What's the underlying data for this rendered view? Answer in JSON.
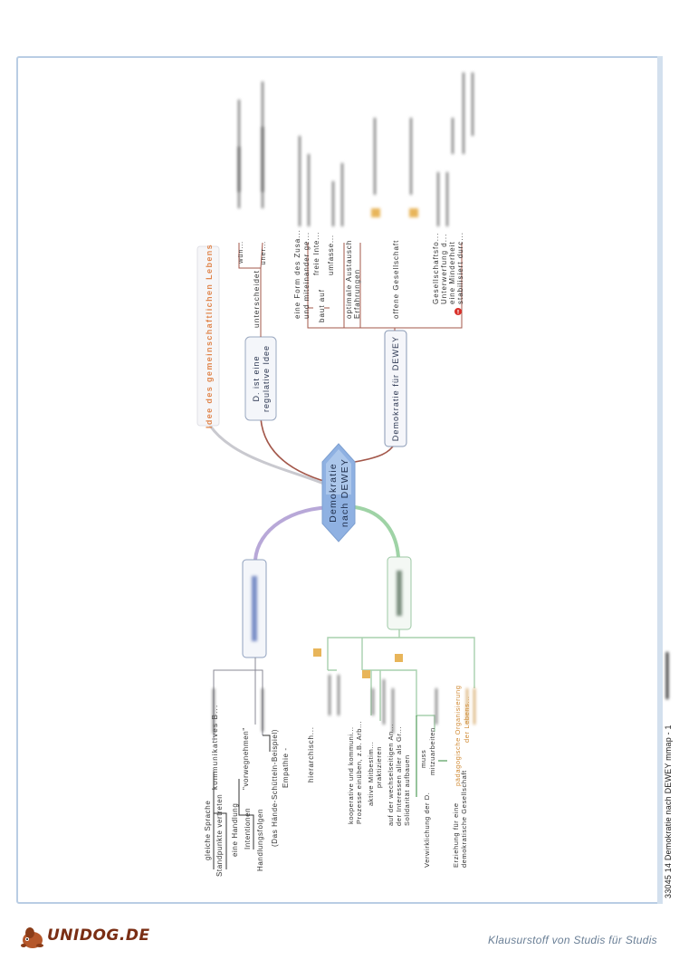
{
  "footer": {
    "doc_id": "33045 14 Demokratie nach DEWEY mmap - 1",
    "brand": "UNIDOG.DE",
    "tagline": "Klausurstoff von Studis für Studis"
  },
  "center": {
    "line1": "Demokratie",
    "line2": "nach DEWEY"
  },
  "idee": "Idee des gemeinschaftlichen Lebens",
  "regulative": {
    "line1": "D. ist eine",
    "line2": "regulative Idee",
    "unterscheidet": "unterscheidet",
    "sub": [
      "wün...",
      "uner..."
    ]
  },
  "demokratie_fuer_dewey": {
    "label": "Demokratie für DEWEY",
    "form_line1": "eine Form des Zusa...",
    "form_line2": "und miteinander ge...",
    "baut_auf": "baut auf",
    "freie": "freie Inte...",
    "umfassende": "umfasse...",
    "optimale_line1": "optimale Austausch",
    "optimale_line2": "Erfahrungen",
    "offene": "offene Gesellschaft",
    "gesell_line1": "Gesellschaftsfo...",
    "gesell_line2": "Unterwerfung d...",
    "gesell_line3": "eine Minderheit",
    "gesell_line4": "stabilisiert durc..."
  },
  "left_branch": {
    "kommunikatives": "kommunikatives B...",
    "gleiche_sprache": "gleiche Sprache",
    "standpunkte": "Standpunkte vertreten",
    "eine_handlung": "eine Handlung",
    "vorwegnehmen": "\"vorwegnehmen\"",
    "intentionen": "Intentionen",
    "handlungsfolgen": "Handlungsfolgen",
    "haende_schuetteln": "(Das Hände-Schütteln-Beispiel)",
    "empathie": "Empathie -"
  },
  "green_branch": {
    "hierarchisch": "hierarchisch...",
    "kooperative_line1": "kooperative und kommuni...",
    "kooperative_line2": "Prozesse einüben, z.B. Arb...",
    "aktive_line1": "aktive Mitbestim...",
    "aktive_line2": "praktizieren",
    "wechsel_line1": "auf der wechselseitigen An...",
    "wechsel_line2": "der Interessen aller als Gr...",
    "solidaritaet": "Solidarität aufbauen",
    "verwirklichung": "Verwirklichung der D.",
    "muss": "muss",
    "mitarbeiten": "mitzuarbeiten",
    "erziehung_line1": "Erziehung für eine",
    "erziehung_line2": "demokratische Gesellschaft",
    "paed_line1": "pädagogische Organisierung",
    "paed_line2": "der Lebens..."
  }
}
